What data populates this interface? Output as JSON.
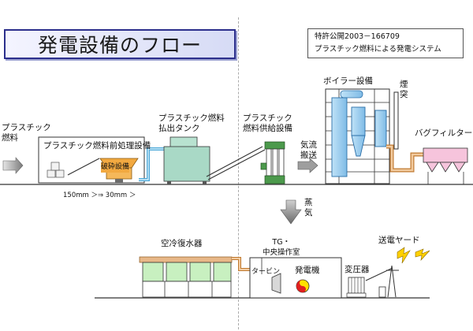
{
  "title": "発電設備のフロー",
  "patent": {
    "line1": "特許公開2003－166709",
    "line2": "プラスチック燃料による発電システム"
  },
  "labels": {
    "plastic_fuel": "プラスチック\n燃料",
    "pretreatment": "プラスチック燃料前処理設備",
    "crusher": "破砕設備",
    "size_note": "150mm ＞⇒ 30mm ＞",
    "discharge_tank": "プラスチック燃料\n払出タンク",
    "fuel_supply": "プラスチック\n燃料供給設備",
    "air_transport": "気流\n搬送",
    "boiler": "ボイラー設備",
    "chimney": "煙\n突",
    "bag_filter": "バグフィルター",
    "steam": "蒸\n気",
    "air_condenser": "空冷復水器",
    "control_room": "TG・\n中央操作室",
    "turbine": "タービン",
    "generator": "発電機",
    "transformer": "変圧器",
    "switchyard": "送電ヤード"
  },
  "colors": {
    "title_border": "#2c2f8c",
    "tank": "#a9d9c6",
    "boiler": "#a8d4f0",
    "duct": "#e8b888",
    "filter": "#f6c4dc",
    "crusher": "#f2a940",
    "condenser": "#c8f0c0"
  }
}
